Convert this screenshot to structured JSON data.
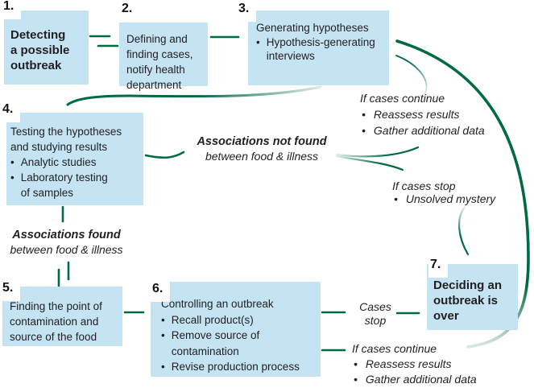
{
  "diagram_title": "Outbreak investigation steps flowchart",
  "bullet_char": "•",
  "colors": {
    "box_fill": "#C4E3F3",
    "arrow_green": "#006B41",
    "text_color": "#231F20"
  },
  "boxes": [
    {
      "number": "1.",
      "title": "Detecting\na possible\noutbreak"
    },
    {
      "number": "2.",
      "title": "Defining and\nfinding cases,\nnotify health\ndepartment"
    },
    {
      "number": "3.",
      "title": "Generating hypotheses",
      "bullets": [
        "Hypothesis-generating\ninterviews"
      ]
    },
    {
      "number": "4.",
      "title": "Testing the hypotheses\nand studying results",
      "bullets": [
        "Analytic studies",
        "Laboratory testing\nof samples"
      ]
    },
    {
      "number": "5.",
      "title": "Finding the point of\ncontamination and\nsource of the food"
    },
    {
      "number": "6.",
      "title": "Controlling an outbreak",
      "bullets": [
        "Recall product(s)",
        "Remove source of\ncontamination",
        "Revise production process"
      ]
    },
    {
      "number": "7.",
      "title": "Deciding an\noutbreak is\nover"
    }
  ],
  "annotations": {
    "associations_not_found": {
      "heading": "Associations not found",
      "subtext": "between food & illness"
    },
    "associations_found": {
      "heading": "Associations found",
      "subtext": "between food & illness"
    },
    "if_cases_continue_top": {
      "heading": "If cases continue",
      "bullets": [
        "Reassess results",
        "Gather additional data"
      ]
    },
    "if_cases_stop": {
      "heading": "If cases stop",
      "bullets": [
        "Unsolved mystery"
      ]
    },
    "cases_stop": {
      "label": "Cases\nstop"
    },
    "if_cases_continue_bottom": {
      "heading": "If cases continue",
      "bullets": [
        "Reassess results",
        "Gather additional data"
      ]
    }
  }
}
